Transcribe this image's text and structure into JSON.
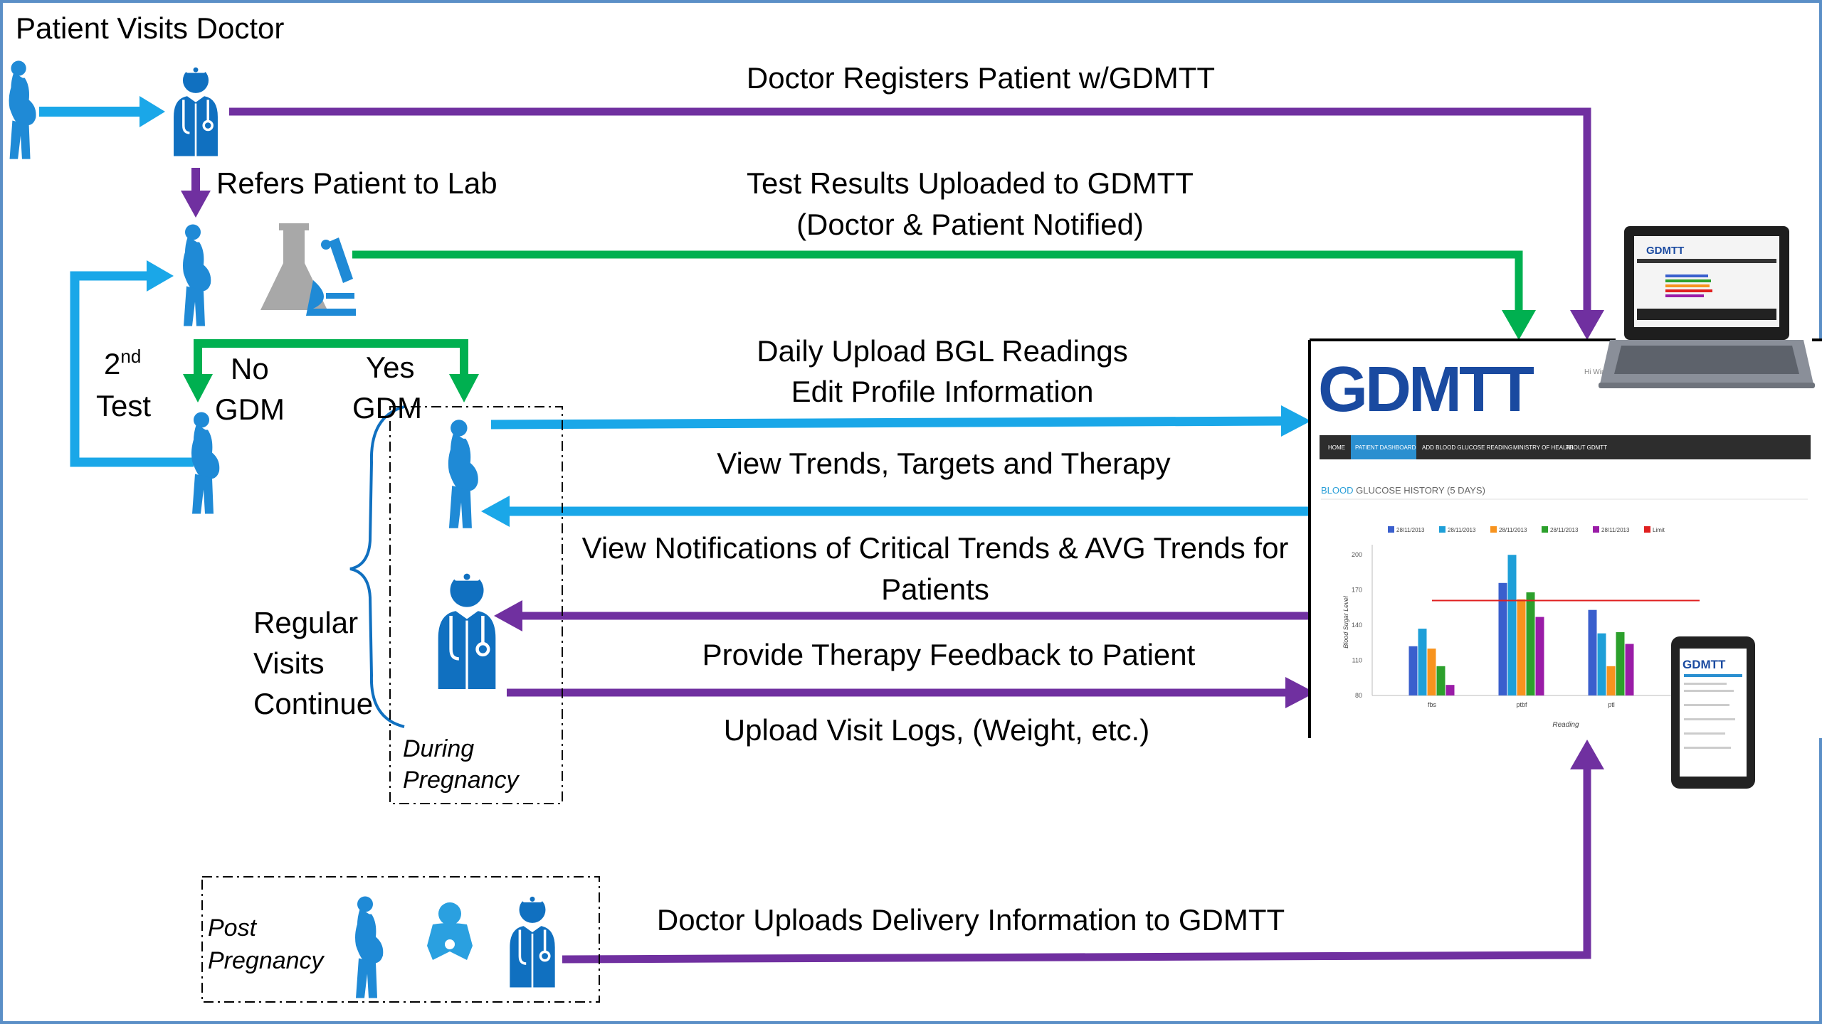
{
  "colors": {
    "blue": "#1aa7e8",
    "purple": "#7030a0",
    "green": "#00b050",
    "frame": "#5b8fc7",
    "figure_dark": "#0d3f80",
    "figure_light": "#1f8ad6",
    "lab_gray": "#a8a8a8"
  },
  "labels": {
    "title": "Patient Visits Doctor",
    "registers": "Doctor Registers Patient w/GDMTT",
    "refers": "Refers Patient to Lab",
    "test_results_1": "Test Results Uploaded to GDMTT",
    "test_results_2": "(Doctor & Patient Notified)",
    "daily_1": "Daily Upload BGL Readings",
    "daily_2": "Edit Profile Information",
    "view_trends": "View Trends, Targets and Therapy",
    "notif_1": "View Notifications of Critical Trends & AVG Trends for",
    "notif_2": "Patients",
    "feedback": "Provide Therapy Feedback to Patient",
    "visit_logs": "Upload Visit Logs, (Weight, etc.)",
    "delivery": "Doctor Uploads Delivery Information to GDMTT",
    "second_num": "2",
    "second_sup": "nd",
    "test": "Test",
    "no": "No",
    "yes": "Yes",
    "gdm": "GDM",
    "regular": "Regular",
    "visits": "Visits",
    "continue": "Continue",
    "during": "During",
    "pregnancy": "Pregnancy",
    "post": "Post",
    "post_pregnancy": "Pregnancy"
  },
  "screenshot": {
    "logo": "GDMTT",
    "greeting": "Hi Winston",
    "nav": [
      "HOME",
      "PATIENT DASHBOARD",
      "ADD BLOOD GLUCOSE READING",
      "MINISTRY OF HEALTH",
      "ABOUT GDMTT"
    ],
    "heading_accent": "BLOOD",
    "heading_rest": " GLUCOSE HISTORY (5 DAYS)",
    "device_logo": "GDMTT"
  },
  "chart_data": {
    "type": "bar",
    "categories": [
      "fbs",
      "ptbf",
      "ptl"
    ],
    "series": [
      {
        "name": "28/11/2013",
        "color": "#3a5fcd",
        "values": [
          122,
          176,
          153
        ]
      },
      {
        "name": "28/11/2013",
        "color": "#1e9fd8",
        "values": [
          137,
          200,
          133
        ]
      },
      {
        "name": "28/11/2013",
        "color": "#f7931e",
        "values": [
          120,
          162,
          105
        ]
      },
      {
        "name": "28/11/2013",
        "color": "#2ca02c",
        "values": [
          105,
          168,
          134
        ]
      },
      {
        "name": "28/11/2013",
        "color": "#9a1ca7",
        "values": [
          89,
          147,
          124
        ]
      }
    ],
    "limit": {
      "name": "Limit",
      "color": "#e02020",
      "value": 161
    },
    "yticks": [
      80,
      110,
      140,
      170,
      200
    ],
    "ylim": [
      80,
      205
    ],
    "xlabel": "Reading",
    "ylabel": "Blood Sugar Level"
  }
}
